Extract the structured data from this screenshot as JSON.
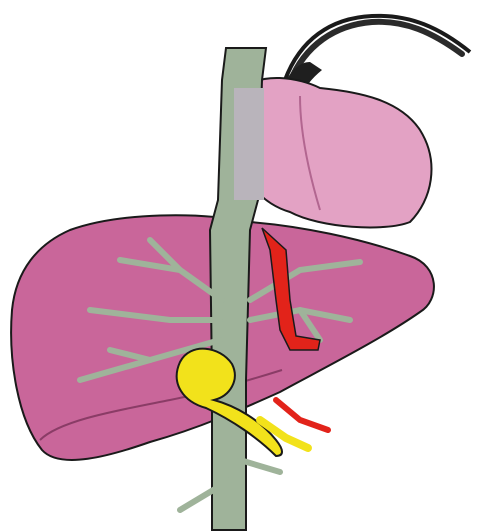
{
  "image": {
    "kind": "hand-drawn anatomical illustration",
    "background_color": "#ffffff",
    "colors": {
      "liver": "#c9669a",
      "liver_shadow": "#a94f80",
      "heart": "#e3a2c4",
      "vessel": "#9fb39a",
      "vessel_dark": "#6f8a6a",
      "gray_vein": "#b9b4bb",
      "bile": "#f2e21b",
      "artery": "#e2231a",
      "outline": "#1a1a1a"
    },
    "parts": [
      "liver",
      "heart",
      "vena-cava",
      "portal-vein-branches",
      "gallbladder",
      "hepatic-artery",
      "aorta-arch"
    ]
  }
}
